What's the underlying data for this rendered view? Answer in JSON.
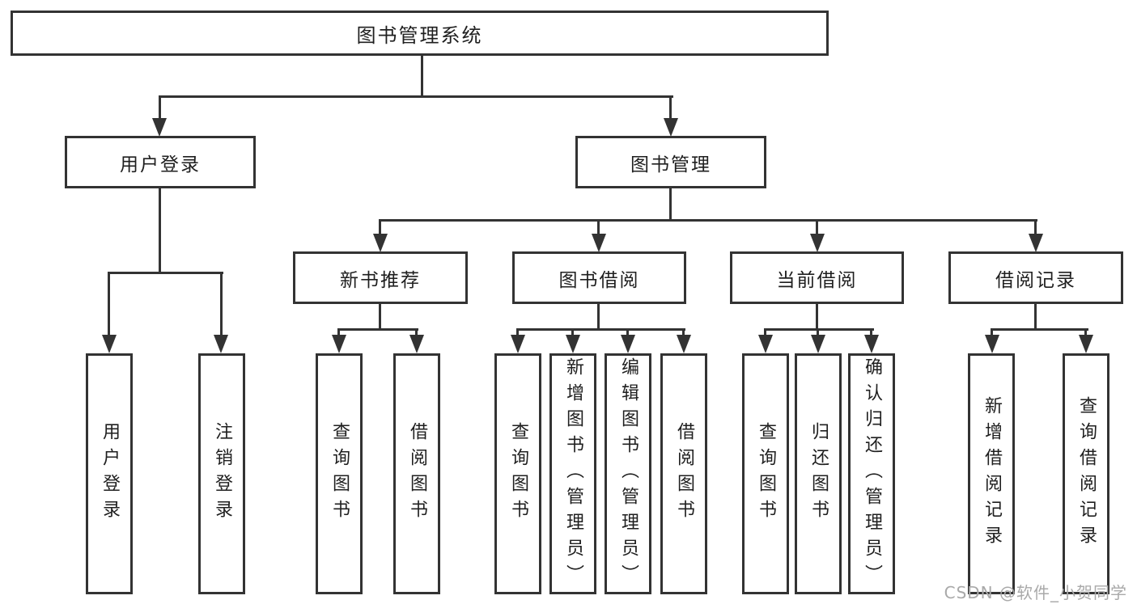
{
  "title": "图书管理系统",
  "branches": {
    "user": {
      "label": "用户登录",
      "leaves": [
        "用户登录",
        "注销登录"
      ]
    },
    "books": {
      "label": "图书管理",
      "groups": [
        {
          "label": "新书推荐",
          "leaves": [
            "查询图书",
            "借阅图书"
          ]
        },
        {
          "label": "图书借阅",
          "leaves": [
            "查询图书",
            "新增图书（管理员）",
            "编辑图书（管理员）",
            "借阅图书"
          ]
        },
        {
          "label": "当前借阅",
          "leaves": [
            "查询图书",
            "归还图书",
            "确认归还（管理员）"
          ]
        },
        {
          "label": "借阅记录",
          "leaves": [
            "新增借阅记录",
            "查询借阅记录"
          ]
        }
      ]
    }
  },
  "watermark": "CSDN @软件_小贺同学",
  "colors": {
    "line": "#333333",
    "text": "#1f1f1f",
    "background": "#ffffff",
    "watermark": "#a9a9a9"
  }
}
